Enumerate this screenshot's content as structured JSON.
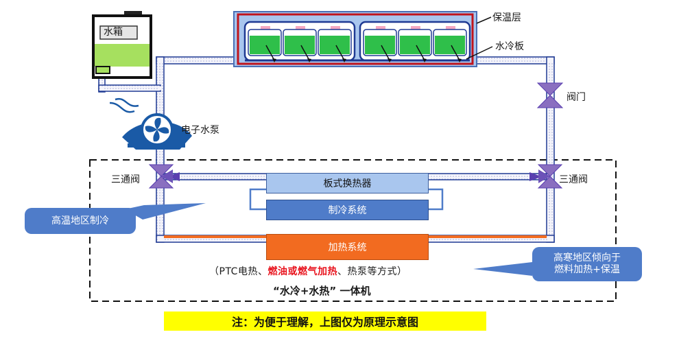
{
  "labels": {
    "water_tank": "水箱",
    "insulation_layer": "保温层",
    "cold_plate": "水冷板",
    "valve": "阀门",
    "pump": "电子水泵",
    "three_way_left": "三通阀",
    "three_way_right": "三通阀",
    "plate_exchanger": "板式换热器",
    "refrigeration": "制冷系统",
    "heating": "加热系统",
    "heating_methods_a": "（PTC电热、",
    "heating_methods_b": "燃油或燃气加热",
    "heating_methods_c": "、热泵等方式）",
    "integrated": "“水冷+水热” 一体机",
    "high_temp": "高温地区制冷",
    "cold_region_line1": "高寒地区倾向于",
    "cold_region_line2": "燃料加热+保温",
    "note": "注：为便于理解，上图仅为原理示意图"
  },
  "colors": {
    "pipe_fill": "#f4f4fb",
    "pipe_border": "#1f3a93",
    "valve": "#8a6fc0",
    "cell_green": "#2fbf4a",
    "tank_green": "#a6e05f",
    "exchanger": "#a9c6ee",
    "refrigeration": "#4f7cc9",
    "heating": "#f26b20",
    "highlight_red": "#e8121c",
    "note_bg": "#ffff00",
    "insulation_red": "#c0141c",
    "callout": "#4f7cc9"
  }
}
